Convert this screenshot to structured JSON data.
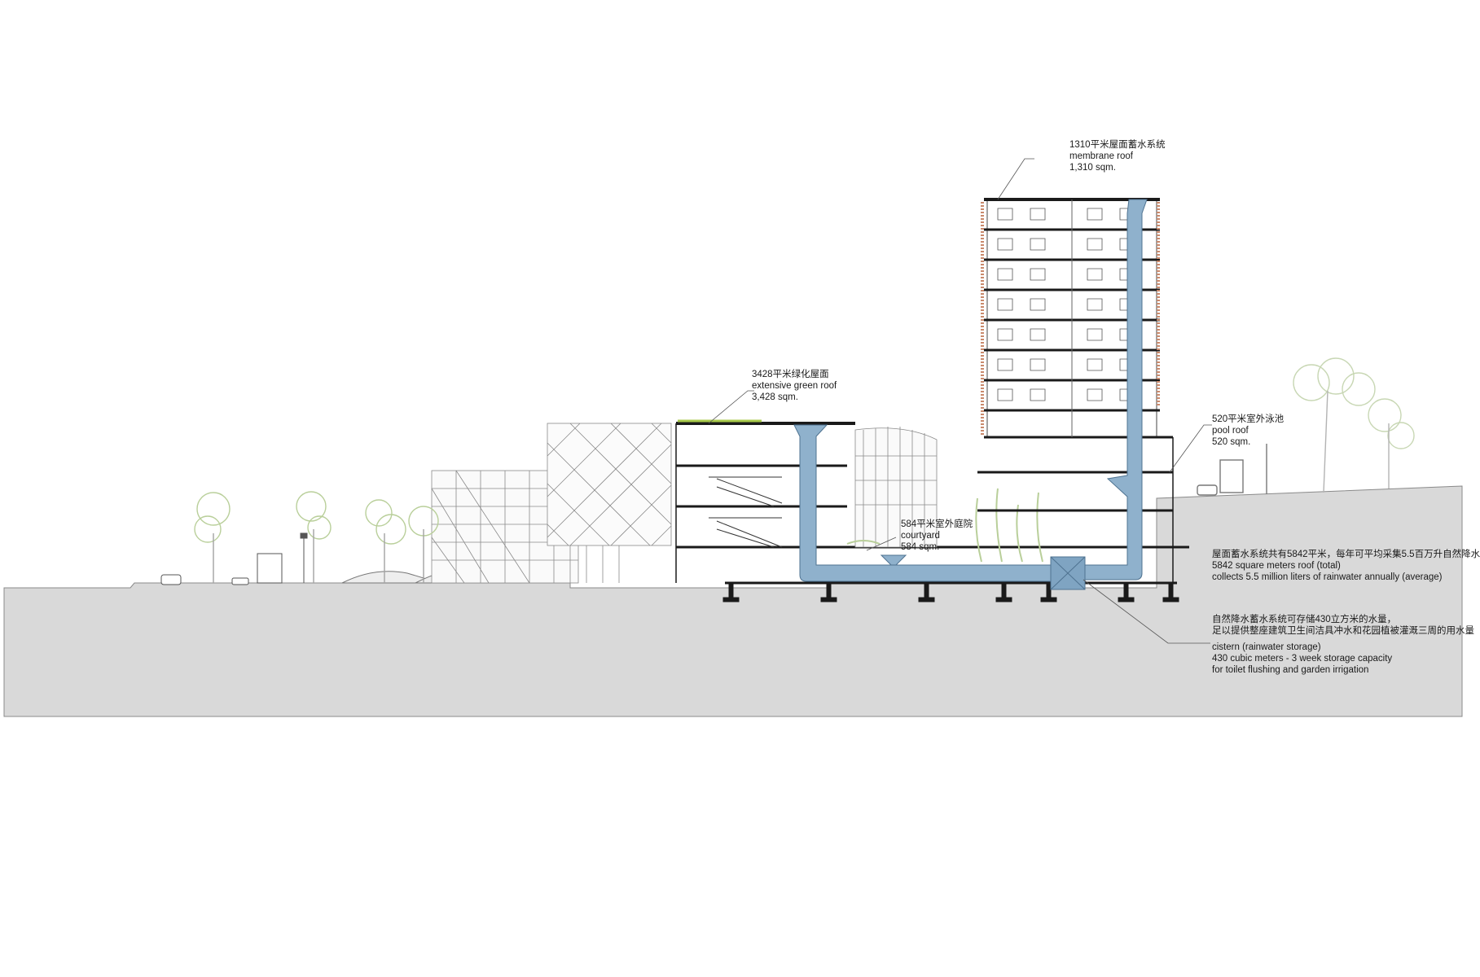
{
  "annotations": {
    "membrane_roof": {
      "cn": "1310平米屋面蓄水系统",
      "en": "membrane roof",
      "area": "1,310 sqm."
    },
    "green_roof": {
      "cn": "3428平米绿化屋面",
      "en": "extensive green roof",
      "area": "3,428 sqm."
    },
    "pool_roof": {
      "cn": "520平米室外泳池",
      "en": "pool roof",
      "area": "520 sqm."
    },
    "courtyard": {
      "cn": "584平米室外庭院",
      "en": "courtyard",
      "area": "584 sqm."
    },
    "roof_total": {
      "cn": "屋面蓄水系统共有5842平米，每年可平均采集5.5百万升自然降水",
      "en1": "5842 square meters roof (total)",
      "en2": "collects 5.5 million liters of rainwater annually (average)"
    },
    "cistern": {
      "cn1": "自然降水蓄水系统可存储430立方米的水量，",
      "cn2": "足以提供整座建筑卫生间洁具冲水和花园植被灌溉三周的用水量",
      "en1": "cistern (rainwater storage)",
      "en2": "430 cubic meters - 3 week storage capacity",
      "en3": "for toilet flushing and garden irrigation"
    }
  },
  "colors": {
    "water_pipe": "#8fb1cc",
    "water_pipe_edge": "#4f7391",
    "ground": "#d9d9d9",
    "vegetation": "#b9cf9a",
    "facade_rust": "#c98a6d",
    "green_roof": "#a8c94a"
  }
}
